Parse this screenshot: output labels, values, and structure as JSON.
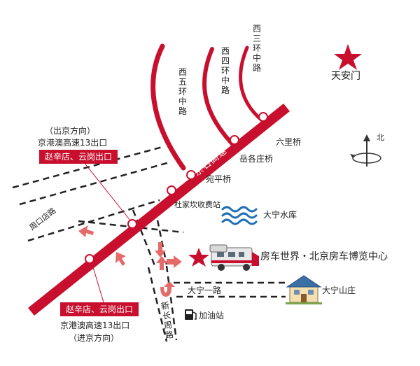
{
  "highway": {
    "name": "京石高速"
  },
  "ring_roads": {
    "west5": "西五环中路",
    "west4": "西四环中路",
    "west3": "西三环中路"
  },
  "landmarks": {
    "tiananmen": "天安门",
    "liuliqiao": "六里桥",
    "yuegezhuang": "岳各庄桥",
    "wanping": "宛平桥",
    "dujiakan": "杜家坎收费站",
    "daning_reservoir": "大宁水库",
    "rv_center": "房车世界・北京房车博览中心",
    "daning_road1": "大宁一路",
    "daning_shanzhuang": "大宁山庄",
    "gas_station": "加油站",
    "xinzhang_road": "新长周路",
    "zhoukoudian_road": "周口店路"
  },
  "compass": {
    "north": "北"
  },
  "exit_top": {
    "direction": "（出京方向）",
    "name": "京港澳高速13出口",
    "box": "赵辛店、云岗出口"
  },
  "exit_bottom": {
    "box": "赵辛店、云岗出口",
    "name": "京港澳高速13出口",
    "direction": "（进京方向）"
  },
  "colors": {
    "highway_red": "#c8102e",
    "ring_red": "#c8102e",
    "water_blue": "#1f6fb8",
    "dash": "#222222"
  }
}
